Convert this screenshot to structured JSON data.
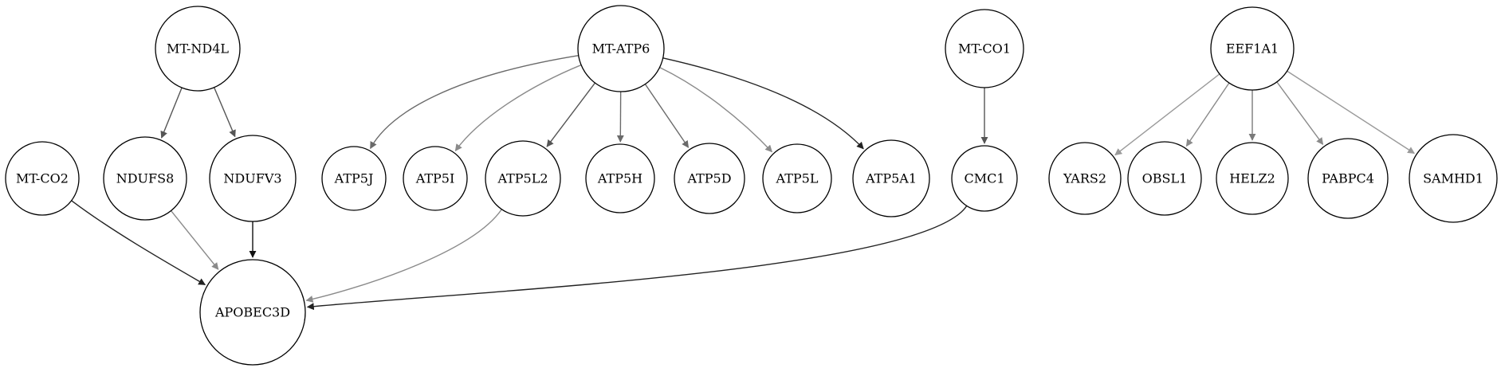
{
  "graph": {
    "nodes": [
      {
        "id": "mt-nd4l",
        "label": "MT-ND4L"
      },
      {
        "id": "mt-atp6",
        "label": "MT-ATP6"
      },
      {
        "id": "mt-co1",
        "label": "MT-CO1"
      },
      {
        "id": "eef1a1",
        "label": "EEF1A1"
      },
      {
        "id": "mt-co2",
        "label": "MT-CO2"
      },
      {
        "id": "ndufs8",
        "label": "NDUFS8"
      },
      {
        "id": "ndufv3",
        "label": "NDUFV3"
      },
      {
        "id": "atp5j",
        "label": "ATP5J"
      },
      {
        "id": "atp5i",
        "label": "ATP5I"
      },
      {
        "id": "atp5l2",
        "label": "ATP5L2"
      },
      {
        "id": "atp5h",
        "label": "ATP5H"
      },
      {
        "id": "atp5d",
        "label": "ATP5D"
      },
      {
        "id": "atp5l",
        "label": "ATP5L"
      },
      {
        "id": "atp5a1",
        "label": "ATP5A1"
      },
      {
        "id": "cmc1",
        "label": "CMC1"
      },
      {
        "id": "yars2",
        "label": "YARS2"
      },
      {
        "id": "obsl1",
        "label": "OBSL1"
      },
      {
        "id": "helz2",
        "label": "HELZ2"
      },
      {
        "id": "pabpc4",
        "label": "PABPC4"
      },
      {
        "id": "samhd1",
        "label": "SAMHD1"
      },
      {
        "id": "apobec3d",
        "label": "APOBEC3D"
      }
    ],
    "edges": [
      {
        "from": "mt-nd4l",
        "to": "ndufs8",
        "color": "#555555"
      },
      {
        "from": "mt-nd4l",
        "to": "ndufv3",
        "color": "#555555"
      },
      {
        "from": "mt-co2",
        "to": "apobec3d",
        "color": "#222222"
      },
      {
        "from": "ndufs8",
        "to": "apobec3d",
        "color": "#8a8a8a"
      },
      {
        "from": "ndufv3",
        "to": "apobec3d",
        "color": "#111111"
      },
      {
        "from": "mt-atp6",
        "to": "atp5j",
        "color": "#6a6a6a"
      },
      {
        "from": "mt-atp6",
        "to": "atp5i",
        "color": "#8a8a8a"
      },
      {
        "from": "mt-atp6",
        "to": "atp5l2",
        "color": "#555555"
      },
      {
        "from": "mt-atp6",
        "to": "atp5h",
        "color": "#6a6a6a"
      },
      {
        "from": "mt-atp6",
        "to": "atp5d",
        "color": "#6a6a6a"
      },
      {
        "from": "mt-atp6",
        "to": "atp5l",
        "color": "#8a8a8a"
      },
      {
        "from": "mt-atp6",
        "to": "atp5a1",
        "color": "#222222"
      },
      {
        "from": "atp5l2",
        "to": "apobec3d",
        "color": "#8a8a8a"
      },
      {
        "from": "mt-co1",
        "to": "cmc1",
        "color": "#555555"
      },
      {
        "from": "cmc1",
        "to": "apobec3d",
        "color": "#222222"
      },
      {
        "from": "eef1a1",
        "to": "yars2",
        "color": "#9a9a9a"
      },
      {
        "from": "eef1a1",
        "to": "obsl1",
        "color": "#8a8a8a"
      },
      {
        "from": "eef1a1",
        "to": "helz2",
        "color": "#7a7a7a"
      },
      {
        "from": "eef1a1",
        "to": "pabpc4",
        "color": "#8a8a8a"
      },
      {
        "from": "eef1a1",
        "to": "samhd1",
        "color": "#9a9a9a"
      }
    ]
  }
}
